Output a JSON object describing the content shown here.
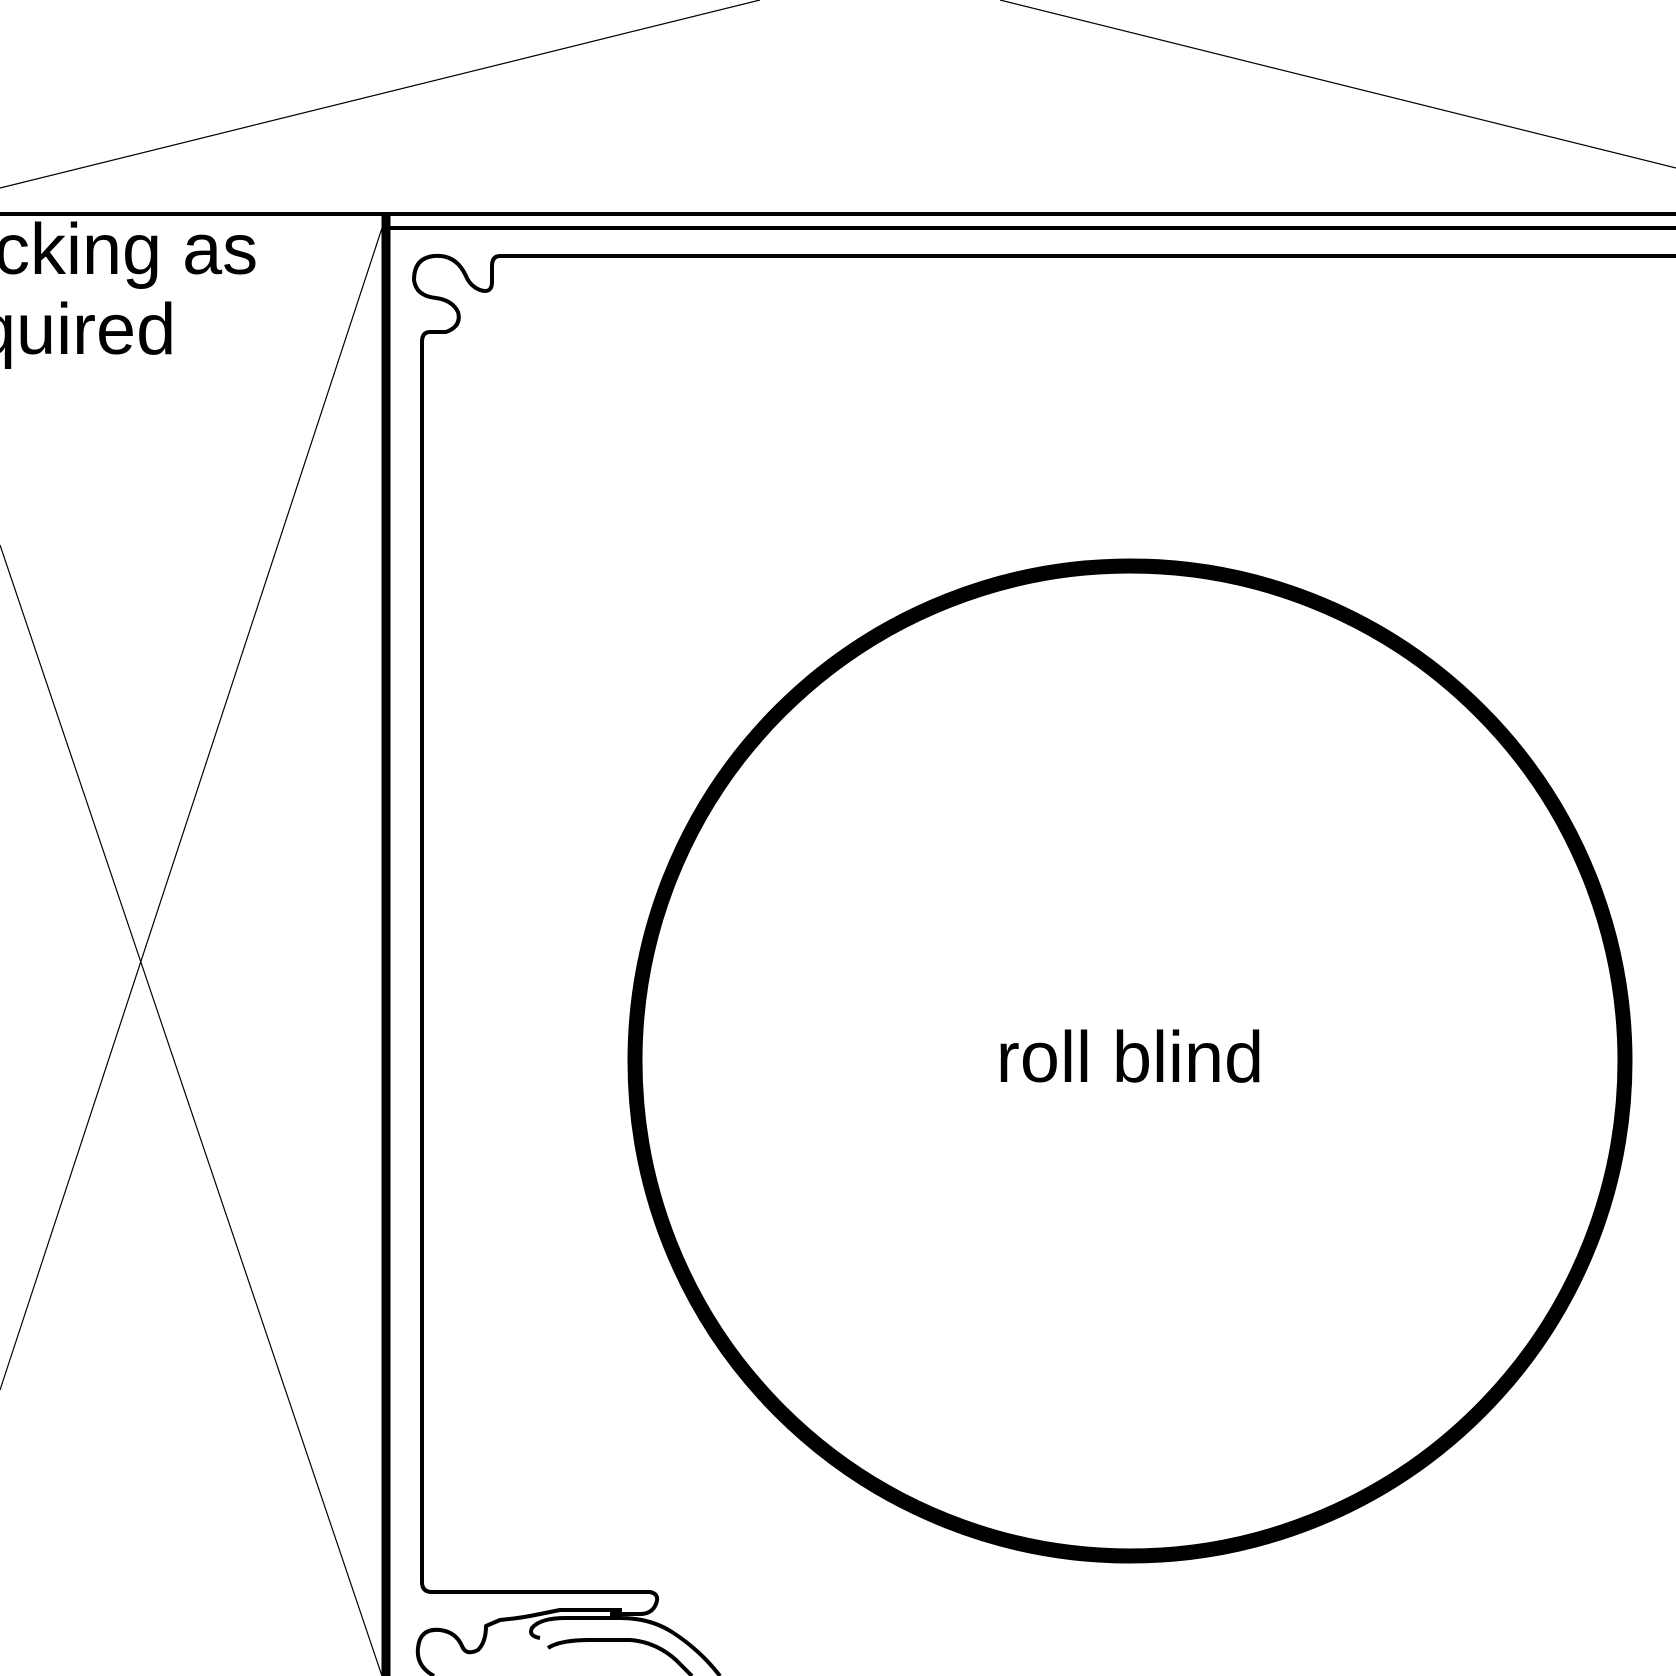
{
  "diagram": {
    "packing_note": {
      "line1": "cking as",
      "line2": "quired"
    },
    "roll_label": "roll blind"
  },
  "colors": {
    "background": "#ffffff",
    "line": "#000000"
  }
}
